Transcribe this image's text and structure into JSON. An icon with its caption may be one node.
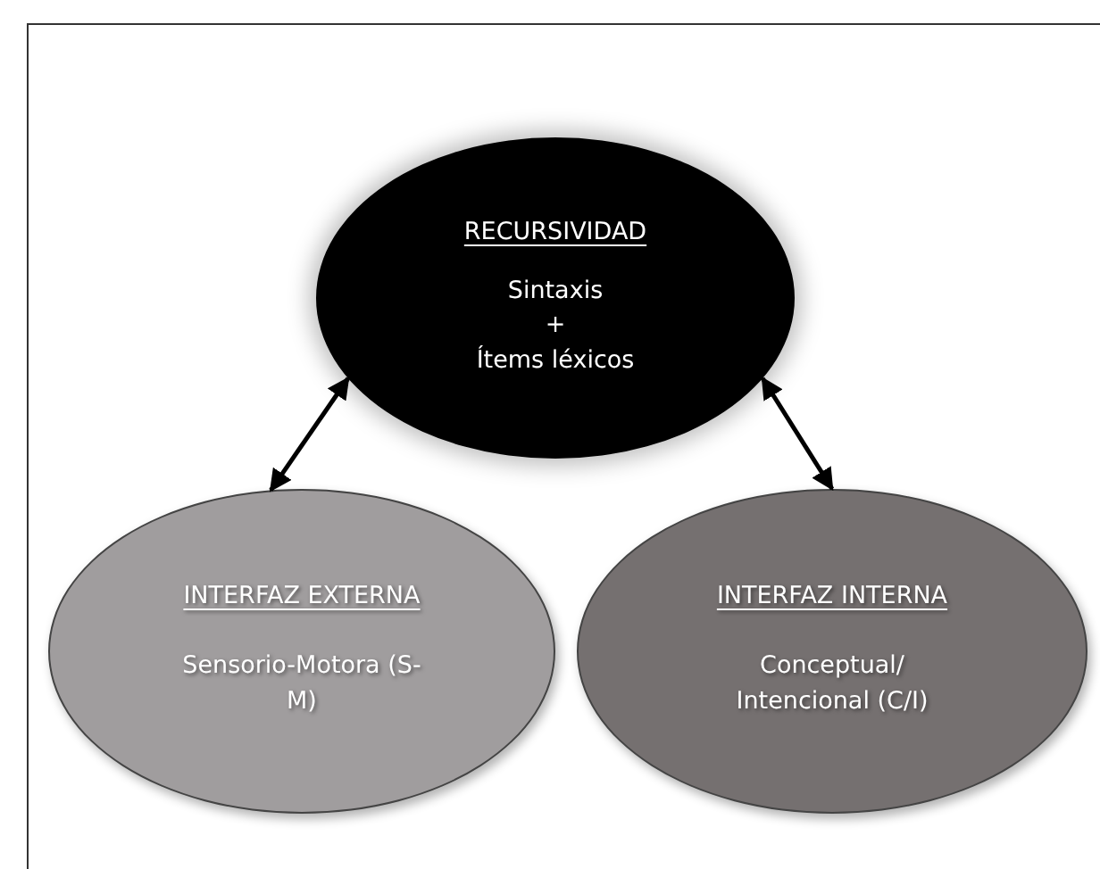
{
  "diagram": {
    "nodes": [
      {
        "text": [
          "RECURSIVIDAD",
          "Sintaxis",
          "+",
          "Ítems léxicos"
        ]
      },
      {
        "text": [
          "INTERFAZ EXTERNA",
          "Sensorio-Motora (S-M)"
        ]
      },
      {
        "text": [
          "INTERFAZ INTERNA",
          "Conceptual/ Intencional (C/I)"
        ]
      }
    ],
    "edges": [
      {
        "from": 0,
        "to": 1,
        "arrow": "both"
      },
      {
        "from": 0,
        "to": 2,
        "arrow": "both"
      }
    ]
  }
}
